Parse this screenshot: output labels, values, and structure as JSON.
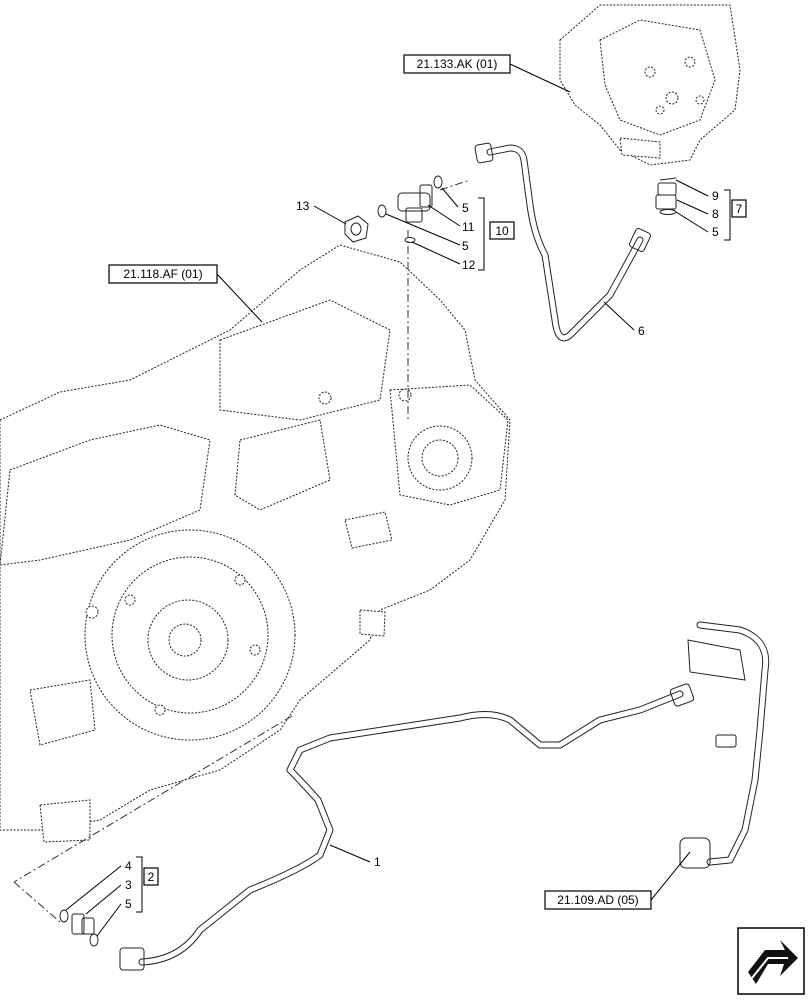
{
  "references": {
    "ref_top": "21.133.AK (01)",
    "ref_left": "21.118.AF (01)",
    "ref_bottom": "21.109.AD (05)"
  },
  "callouts": {
    "c1": "1",
    "c2": "2",
    "c3": "3",
    "c4": "4",
    "c5a": "5",
    "c5b": "5",
    "c5c": "5",
    "c5d": "5",
    "c6": "6",
    "c7": "7",
    "c8": "8",
    "c9": "9",
    "c10": "10",
    "c11": "11",
    "c12": "12",
    "c13": "13"
  },
  "icons": {
    "nav": "next-page-arrow-icon"
  }
}
